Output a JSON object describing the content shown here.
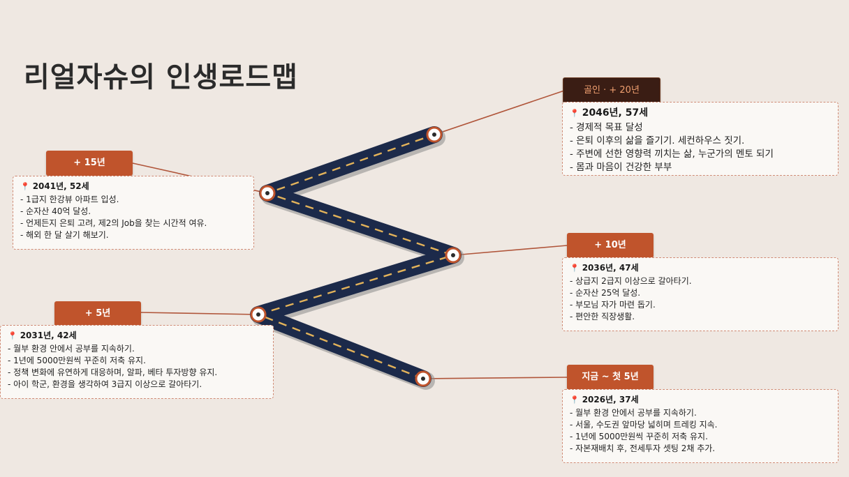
{
  "title": "리얼자슈의 인생로드맵",
  "milestones": [
    {
      "tag": "지금 ~ 첫 5년",
      "heading": "2026년, 37세",
      "items": [
        "월부 환경 안에서 공부를 지속하기.",
        "서울, 수도권 앞마당 넓히며 트레킹 지속.",
        "1년에 5000만원씩 꾸준히 저축 유지.",
        "자본재배치 후, 전세투자 셋팅 2채 추가."
      ]
    },
    {
      "tag": "+ 5년",
      "heading": "2031년, 42세",
      "items": [
        "월부 환경 안에서 공부를 지속하기.",
        "1년에 5000만원씩 꾸준히 저축 유지.",
        "정책 변화에 유연하게 대응하며, 알파, 베타 투자방향 유지.",
        "아이 학군, 환경을 생각하여 3급지 이상으로 갈아타기."
      ]
    },
    {
      "tag": "+ 10년",
      "heading": "2036년, 47세",
      "items": [
        "상급지 2급지 이상으로 갈아타기.",
        "순자산 25억 달성.",
        "부모님 자가 마련 돕기.",
        "편안한 직장생활."
      ]
    },
    {
      "tag": "+ 15년",
      "heading": "2041년, 52세",
      "items": [
        "1급지 한강뷰 아파트 입성.",
        "순자산 40억 달성.",
        "언제든지 은퇴 고려, 제2의 Job을 찾는 시간적 여유.",
        "해외 한 달 살기 해보기."
      ]
    },
    {
      "tag": "골인 · + 20년",
      "heading": "2046년, 57세",
      "items": [
        "경제적 목표 달성",
        "은퇴 이후의 삶을 즐기기. 세컨하우스 짓기.",
        "주변에 선한 영향력 끼치는 삶, 누군가의 멘토 되기",
        "몸과 마음이 건강한 부부"
      ]
    }
  ],
  "colors": {
    "road": "#1c2a4a",
    "road_dash": "#e3b35a",
    "accent": "#c0542c",
    "goal_tag": "#3a1d14",
    "pin": "#e0507a"
  }
}
